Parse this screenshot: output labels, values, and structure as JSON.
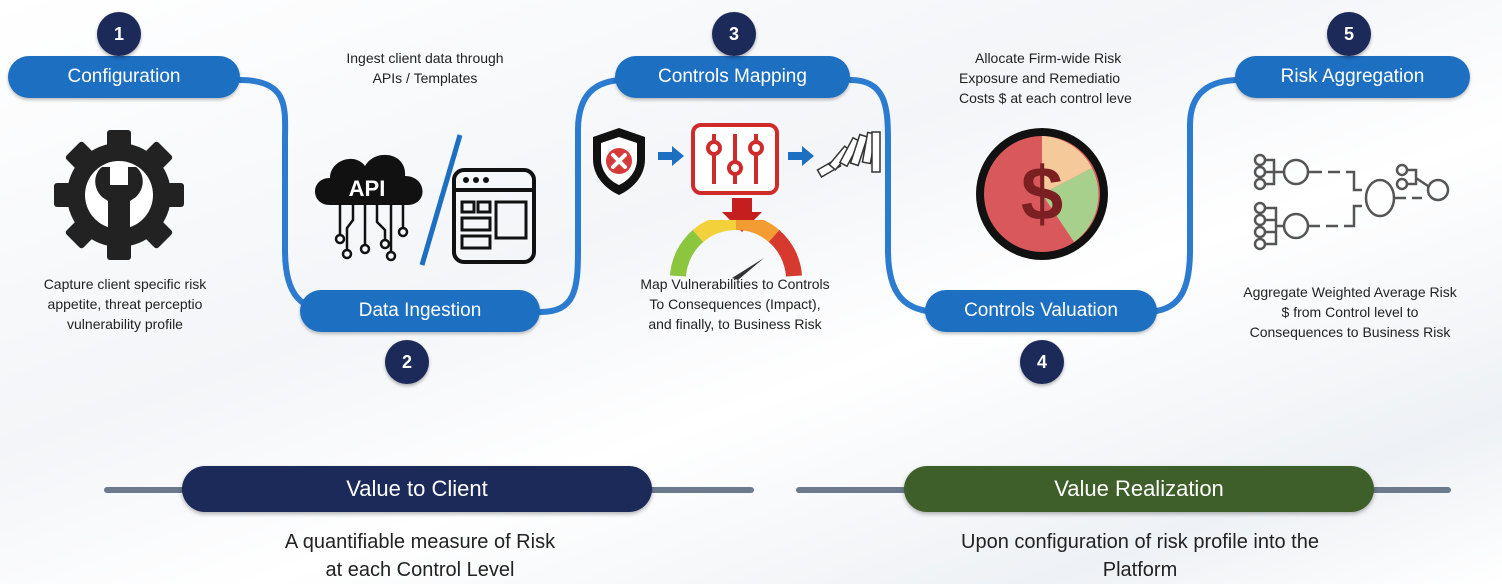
{
  "steps": [
    {
      "number": "1",
      "label": "Configuration",
      "desc": [
        "Capture client specific risk",
        "appetite, threat perceptio",
        "vulnerability profile"
      ]
    },
    {
      "number": "2",
      "label": "Data Ingestion",
      "desc": [
        "Ingest client data through",
        "APIs / Templates"
      ]
    },
    {
      "number": "3",
      "label": "Controls Mapping",
      "desc": [
        "Map Vulnerabilities to Controls",
        "To Consequences (Impact),",
        "and finally, to Business Risk"
      ]
    },
    {
      "number": "4",
      "label": "Controls Valuation",
      "desc": [
        "Allocate Firm-wide Risk",
        "Exposure and Remediatio",
        "Costs $ at each control leve"
      ]
    },
    {
      "number": "5",
      "label": "Risk Aggregation",
      "desc": [
        "Aggregate Weighted Average Risk",
        "$ from Control level to",
        "Consequences to Business Risk"
      ]
    }
  ],
  "api_label": "API",
  "dollar_symbol": "$",
  "icons": [
    "gear-wrench-icon",
    "api-cloud-icon",
    "browser-window-icon",
    "shield-x-icon",
    "arrow-right-icon",
    "sliders-icon",
    "dominoes-icon",
    "arrow-down-icon",
    "gauge-icon",
    "dollar-pie-icon",
    "network-nodes-icon"
  ],
  "bottom": {
    "left": {
      "title": "Value to Client",
      "text": [
        "A quantifiable measure of Risk",
        "at each Control Level"
      ]
    },
    "right": {
      "title": "Value Realization",
      "text": [
        "Upon configuration of risk profile into the",
        "Platform"
      ]
    }
  },
  "colors": {
    "pill": "#1d6fc2",
    "number": "#1c2a5a",
    "connector": "#2b7bd0",
    "left_banner": "#1c2a5a",
    "right_banner": "#3f5f2a"
  }
}
